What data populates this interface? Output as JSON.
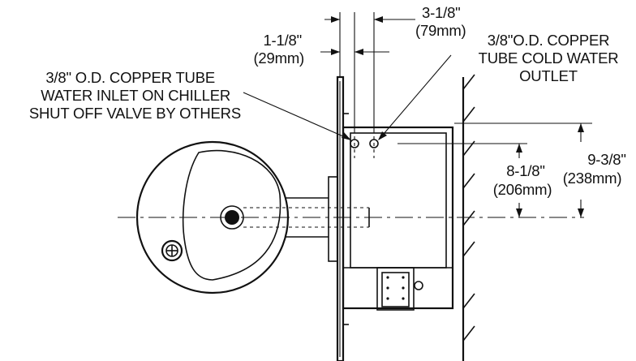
{
  "labels": {
    "dim_left_top": "1-1/8\"",
    "dim_left_bottom": "(29mm)",
    "dim_right_top": "3-1/8\"",
    "dim_right_bottom": "(79mm)",
    "inlet_line1": "3/8\" O.D. COPPER TUBE",
    "inlet_line2": "WATER INLET ON CHILLER",
    "inlet_line3": "SHUT OFF VALVE BY OTHERS",
    "outlet_line1": "3/8\"O.D. COPPER",
    "outlet_line2": "TUBE COLD WATER",
    "outlet_line3": "OUTLET",
    "dim_mid_top": "8-1/8\"",
    "dim_mid_bottom": "(206mm)",
    "dim_outer_top": "9-3/8\"",
    "dim_outer_bottom": "(238mm)"
  }
}
